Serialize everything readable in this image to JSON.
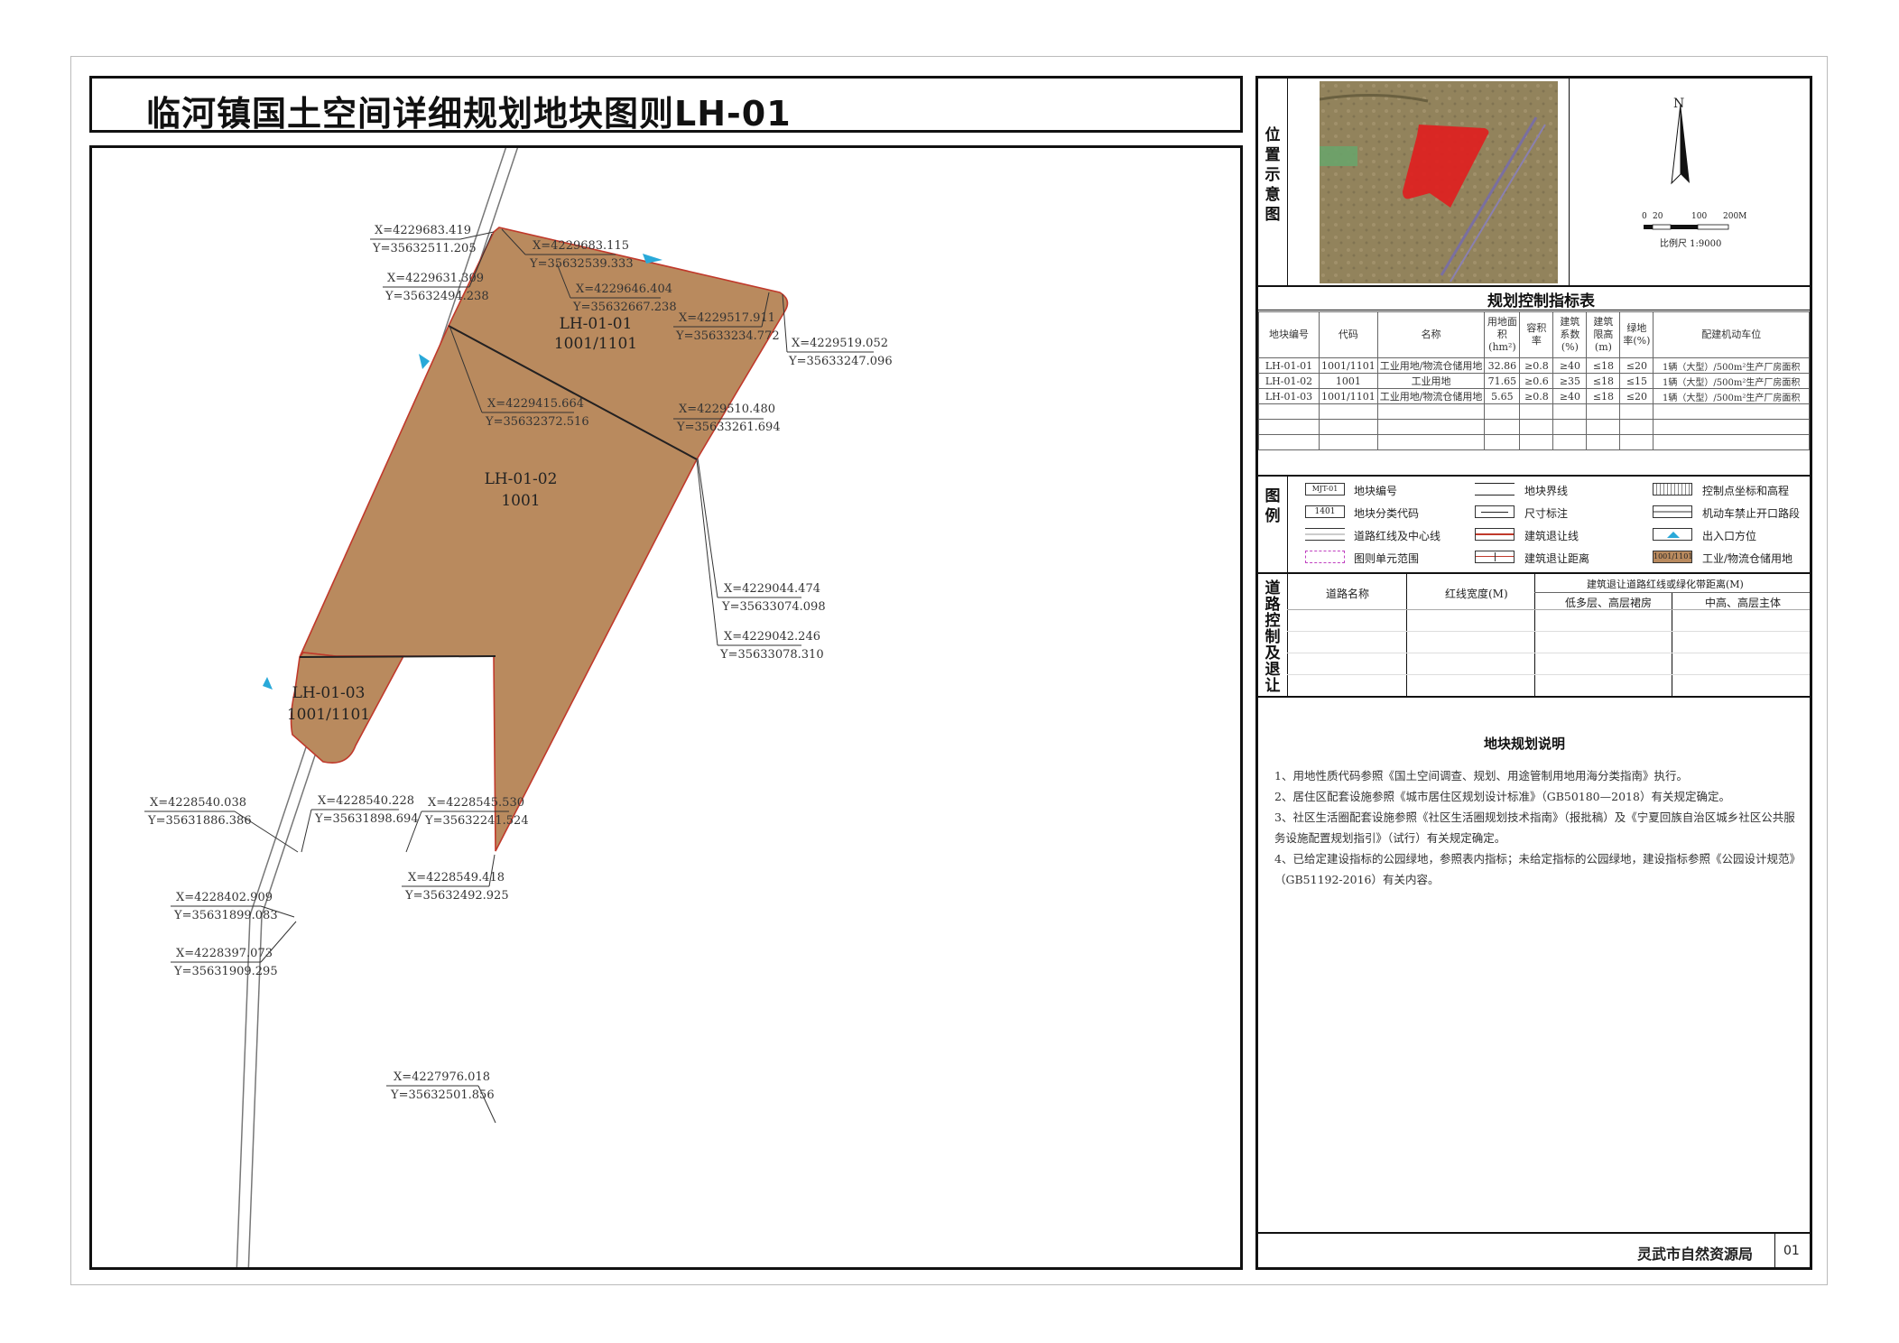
{
  "title": "临河镇国土空间详细规划地块图则LH-01",
  "parcels": [
    {
      "id": "LH-01-01",
      "code": "1001/1101"
    },
    {
      "id": "LH-01-02",
      "code": "1001"
    },
    {
      "id": "LH-01-03",
      "code": "1001/1101"
    }
  ],
  "coords": [
    {
      "x": "X=4229683.419",
      "y": "Y=35632511.205"
    },
    {
      "x": "X=4229683.115",
      "y": "Y=35632539.333"
    },
    {
      "x": "X=4229631.309",
      "y": "Y=35632494.238"
    },
    {
      "x": "X=4229646.404",
      "y": "Y=35632667.238"
    },
    {
      "x": "X=4229517.911",
      "y": "Y=35633234.772"
    },
    {
      "x": "X=4229519.052",
      "y": "Y=35633247.096"
    },
    {
      "x": "X=4229415.664",
      "y": "Y=35632372.516"
    },
    {
      "x": "X=4229510.480",
      "y": "Y=35633261.694"
    },
    {
      "x": "X=4229044.474",
      "y": "Y=35633074.098"
    },
    {
      "x": "X=4229042.246",
      "y": "Y=35633078.310"
    },
    {
      "x": "X=4228540.038",
      "y": "Y=35631886.386"
    },
    {
      "x": "X=4228540.228",
      "y": "Y=35631898.694"
    },
    {
      "x": "X=4228545.530",
      "y": "Y=35632241.524"
    },
    {
      "x": "X=4228549.418",
      "y": "Y=35632492.925"
    },
    {
      "x": "X=4228402.909",
      "y": "Y=35631899.083"
    },
    {
      "x": "X=4228397.073",
      "y": "Y=35631909.295"
    },
    {
      "x": "X=4227976.018",
      "y": "Y=35632501.856"
    }
  ],
  "side": {
    "location_label": "位置示意图",
    "north": "N",
    "scale_ticks": [
      "0",
      "20",
      "100",
      "200M"
    ],
    "scale_text": "比例尺 1:9000",
    "control_title": "规划控制指标表",
    "control_headers": [
      "地块编号",
      "代码",
      "名称",
      "用地面积(hm²)",
      "容积率",
      "建筑系数(%)",
      "建筑限高(m)",
      "绿地率(%)",
      "配建机动车位"
    ],
    "control_rows": [
      [
        "LH-01-01",
        "1001/1101",
        "工业用地/物流仓储用地",
        "32.86",
        "≥0.8",
        "≥40",
        "≤18",
        "≤20",
        "1辆（大型）/500m²生产厂房面积"
      ],
      [
        "LH-01-02",
        "1001",
        "工业用地",
        "71.65",
        "≥0.6",
        "≥35",
        "≤18",
        "≤15",
        "1辆（大型）/500m²生产厂房面积"
      ],
      [
        "LH-01-03",
        "1001/1101",
        "工业用地/物流仓储用地",
        "5.65",
        "≥0.8",
        "≥40",
        "≤18",
        "≤20",
        "1辆（大型）/500m²生产厂房面积"
      ]
    ],
    "legend_label": "图例",
    "legend": [
      {
        "sample": "MJT-01",
        "label": "地块编号"
      },
      {
        "sample": "",
        "label": "地块界线"
      },
      {
        "sample": "",
        "label": "控制点坐标和高程"
      },
      {
        "sample": "1401",
        "label": "地块分类代码"
      },
      {
        "sample": "",
        "label": "尺寸标注"
      },
      {
        "sample": "",
        "label": "机动车禁止开口路段"
      },
      {
        "sample": "",
        "label": "道路红线及中心线"
      },
      {
        "sample": "",
        "label": "建筑退让线"
      },
      {
        "sample": "",
        "label": "出入口方位"
      },
      {
        "sample": "",
        "label": "图则单元范围"
      },
      {
        "sample": "",
        "label": "建筑退让距离"
      },
      {
        "sample": "1001/1101",
        "label": "工业/物流仓储用地"
      }
    ],
    "road_label": "道路控制及退让",
    "road_headers": {
      "name": "道路名称",
      "width": "红线宽度(M)",
      "setback": "建筑退让道路红线或绿化带距离(M)",
      "low": "低多层、高层裙房",
      "high": "中高、高层主体"
    },
    "notes_title": "地块规划说明",
    "notes": [
      "1、用地性质代码参照《国土空间调查、规划、用途管制用地用海分类指南》执行。",
      "2、居住区配套设施参照《城市居住区规划设计标准》（GB50180—2018）有关规定确定。",
      "3、社区生活圈配套设施参照《社区生活圈规划技术指南》（报批稿）及《宁夏回族自治区城乡社区公共服务设施配置规划指引》（试行）有关规定确定。",
      "4、已给定建设指标的公园绿地，参照表内指标；未给定指标的公园绿地，建设指标参照《公园设计规范》（GB51192-2016）有关内容。"
    ],
    "footer_org": "灵武市自然资源局",
    "footer_page": "01"
  },
  "colors": {
    "parcel_fill": "#b98a5e",
    "boundary_red": "#c0392b",
    "arrow": "#29a9d9",
    "satellite_red": "#e02020"
  }
}
